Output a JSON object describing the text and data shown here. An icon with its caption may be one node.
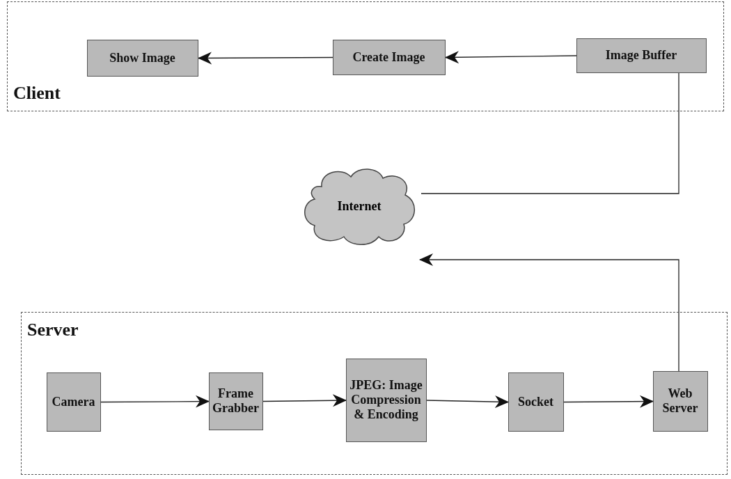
{
  "diagram": {
    "nodes": [
      {
        "text": [
          "Client"
        ]
      },
      {
        "text": [
          "Show Image"
        ],
        "in": 0
      },
      {
        "text": [
          "Create Image"
        ],
        "in": 0
      },
      {
        "text": [
          "Image Buffer"
        ],
        "in": 0
      },
      {
        "text": [
          "Internet"
        ]
      },
      {
        "text": [
          "Server"
        ]
      },
      {
        "text": [
          "Camera"
        ],
        "in": 5
      },
      {
        "text": [
          "Frame Grabber"
        ],
        "in": 5
      },
      {
        "text": [
          "JPEG: Image Compression & Encoding"
        ],
        "in": 5
      },
      {
        "text": [
          "Socket"
        ],
        "in": 5
      },
      {
        "text": [
          "Web Server"
        ],
        "in": 5
      }
    ],
    "edges": [
      {
        "from": 2,
        "to": 1,
        "arrow": "to"
      },
      {
        "from": 3,
        "to": 2,
        "arrow": "to"
      },
      {
        "from": 3,
        "to": 4,
        "arrow": "none"
      },
      {
        "from": 10,
        "to": 4,
        "arrow": "to"
      },
      {
        "from": 6,
        "to": 7,
        "arrow": "to"
      },
      {
        "from": 7,
        "to": 8,
        "arrow": "to"
      },
      {
        "from": 8,
        "to": 9,
        "arrow": "to"
      },
      {
        "from": 9,
        "to": 10,
        "arrow": "to"
      }
    ]
  }
}
